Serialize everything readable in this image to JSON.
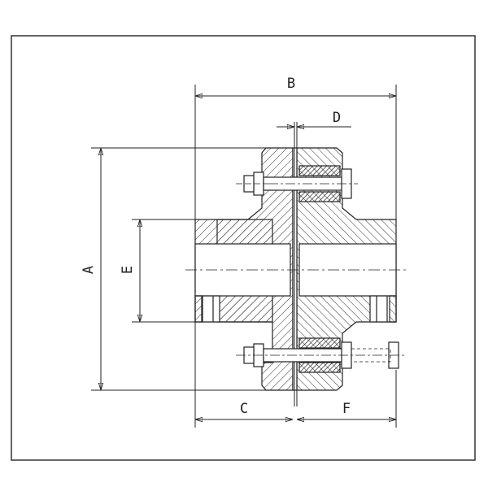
{
  "drawing": {
    "title": "",
    "dimension_labels": {
      "A": "A",
      "B": "B",
      "C": "C",
      "D": "D",
      "E": "E",
      "F": "F"
    },
    "colors": {
      "line": "#222222",
      "hatch": "#333333",
      "frame": "#333333",
      "background": "#ffffff"
    }
  }
}
